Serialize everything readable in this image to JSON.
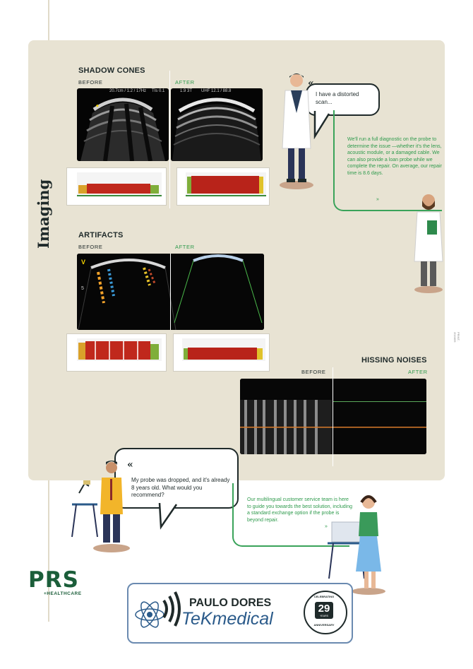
{
  "page": {
    "side_title": "Imaging",
    "side_note": "PRINT-2024/05"
  },
  "shadow_cones": {
    "title": "SHADOW CONES",
    "before": "BEFORE",
    "after": "AFTER",
    "scan_before_readout": "20.7cm / 1.2 / 17Hz",
    "scan_before_readout2": "TIs 0.1",
    "scan_after_readout": "1.9 3T",
    "scan_after_readout2": "UHF 12.1 / 88.8"
  },
  "artifacts": {
    "title": "ARTIFACTS",
    "before": "BEFORE",
    "after": "AFTER",
    "v_marker": "V",
    "s_marker": "5"
  },
  "hissing": {
    "title": "HISSING NOISES",
    "before": "BEFORE",
    "after": "AFTER"
  },
  "doctor_bubble": {
    "quote": "«",
    "text": "I have a distorted scan..."
  },
  "green_bubble_1": {
    "text": "We'll run a full diagnostic on the probe to determine the issue —whether it's the lens, acoustic module, or a damaged cable. We can also provide a loan probe while we complete the repair. On average, our repair time is 8.6 days.",
    "end": "»"
  },
  "man_bubble": {
    "quote": "«",
    "text": "My probe was dropped, and it's already 8 years old. What would you recommend?"
  },
  "green_bubble_2": {
    "text": "Our multilingual customer service team is here to guide you towards the best solution, including a standard exchange option if the probe is beyond repair.",
    "end": "»"
  },
  "logos": {
    "prs": "PRS",
    "healthcare": "+HEALTHCARE",
    "paulo": "PAULO DORES",
    "tek": "TeKmedical",
    "anniv_num": "29",
    "anniv_top": "CELEBRATING",
    "anniv_bottom": "ANNIVERSARY",
    "anniv_years": "YEARS"
  },
  "colors": {
    "green": "#3aa35a",
    "dark": "#1f2a2a",
    "panel": "#e8e3d3"
  }
}
